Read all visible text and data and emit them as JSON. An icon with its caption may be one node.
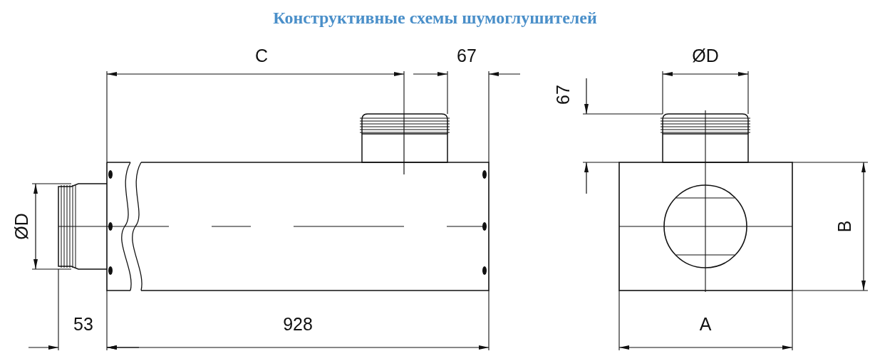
{
  "diagram": {
    "title": "Конструктивные схемы шумоглушителей",
    "labels": [
      "C",
      "67",
      "ØD",
      "67",
      "ØD",
      "B",
      "53",
      "928",
      "A"
    ]
  }
}
